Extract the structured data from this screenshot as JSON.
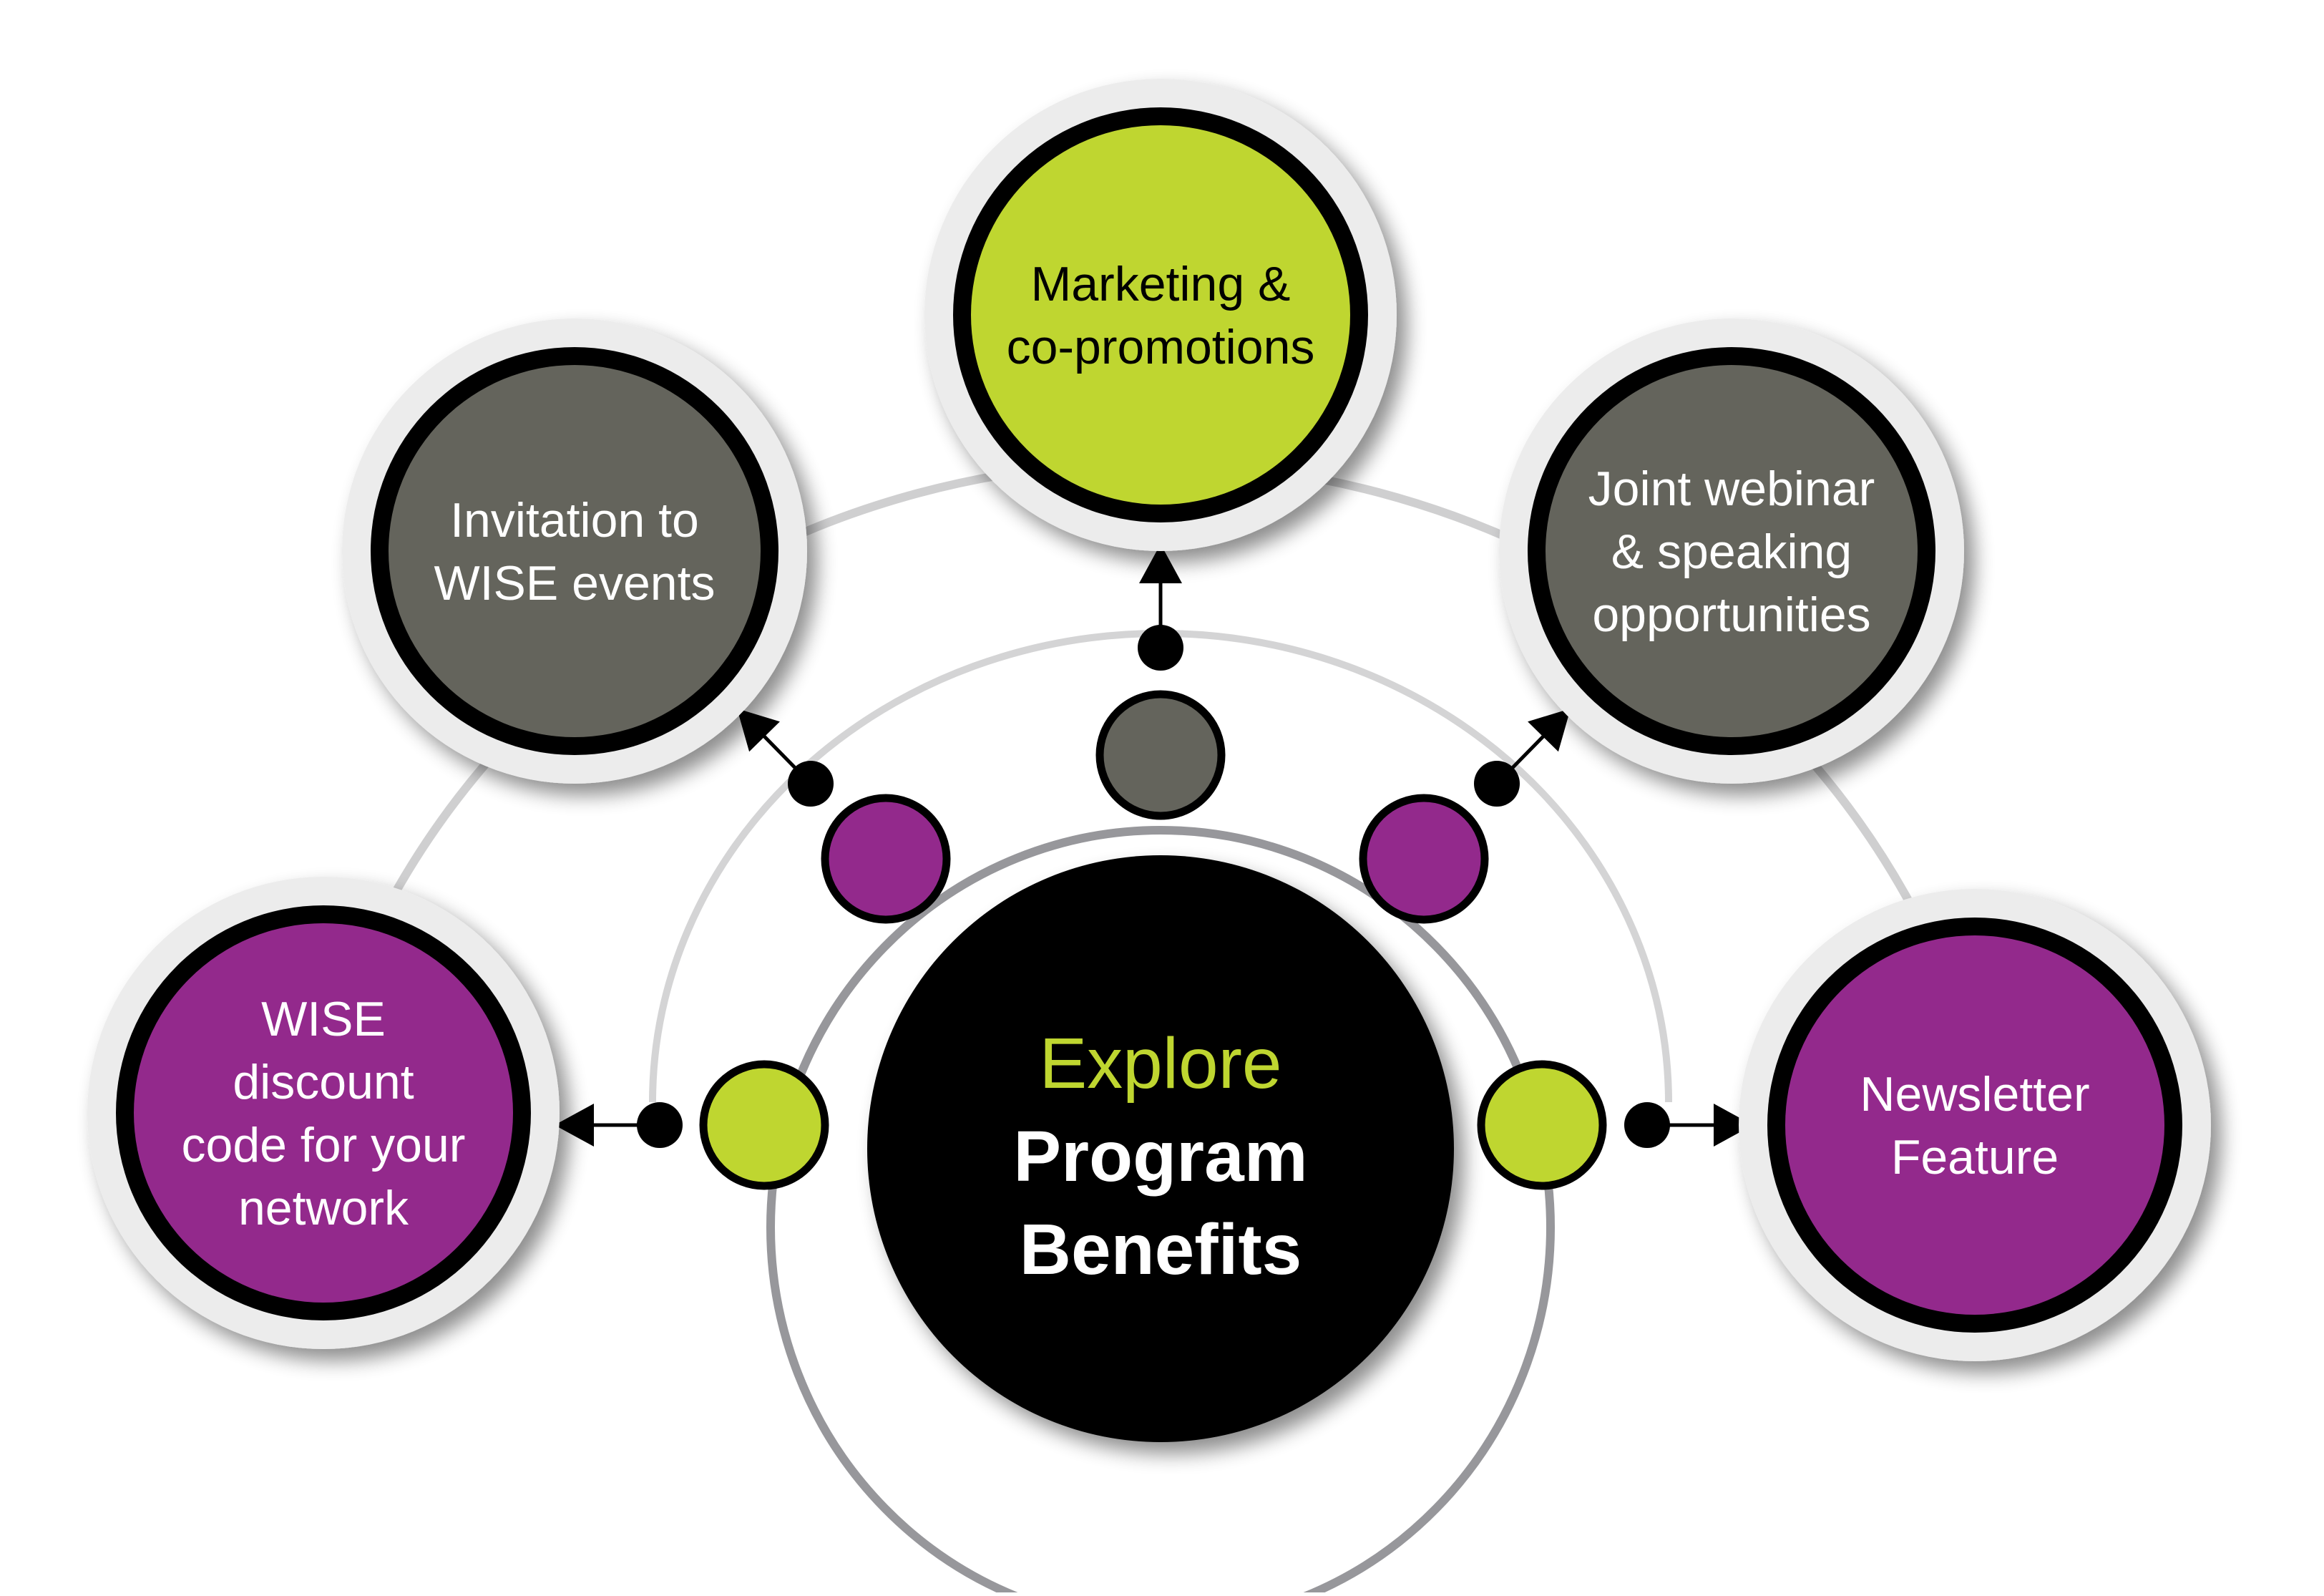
{
  "colors": {
    "lime": "#bfd630",
    "purple": "#93298c",
    "gray": "#64645c",
    "black": "#000000",
    "halo": "#ececec",
    "ring_light": "#cfcfd0",
    "ring_dark": "#97979b"
  },
  "center": {
    "line1": "Explore",
    "line2": "Program",
    "line3": "Benefits"
  },
  "nodes": [
    {
      "id": "wise-discount",
      "fill": "purple",
      "text_color": "#ffffff",
      "lines": [
        "WISE",
        "discount",
        "code for your",
        "network"
      ]
    },
    {
      "id": "wise-events",
      "fill": "gray",
      "text_color": "#ffffff",
      "lines": [
        "Invitation to",
        "WISE events"
      ]
    },
    {
      "id": "marketing",
      "fill": "lime",
      "text_color": "#000000",
      "lines": [
        "Marketing &",
        "co-promotions"
      ]
    },
    {
      "id": "joint-webinar",
      "fill": "gray",
      "text_color": "#ffffff",
      "lines": [
        "Joint webinar",
        "& speaking",
        "opportunities"
      ]
    },
    {
      "id": "newsletter",
      "fill": "purple",
      "text_color": "#ffffff",
      "lines": [
        "Newsletter",
        "Feature"
      ]
    }
  ],
  "satellites": [
    {
      "fill": "lime"
    },
    {
      "fill": "purple"
    },
    {
      "fill": "gray"
    },
    {
      "fill": "purple"
    },
    {
      "fill": "lime"
    }
  ]
}
